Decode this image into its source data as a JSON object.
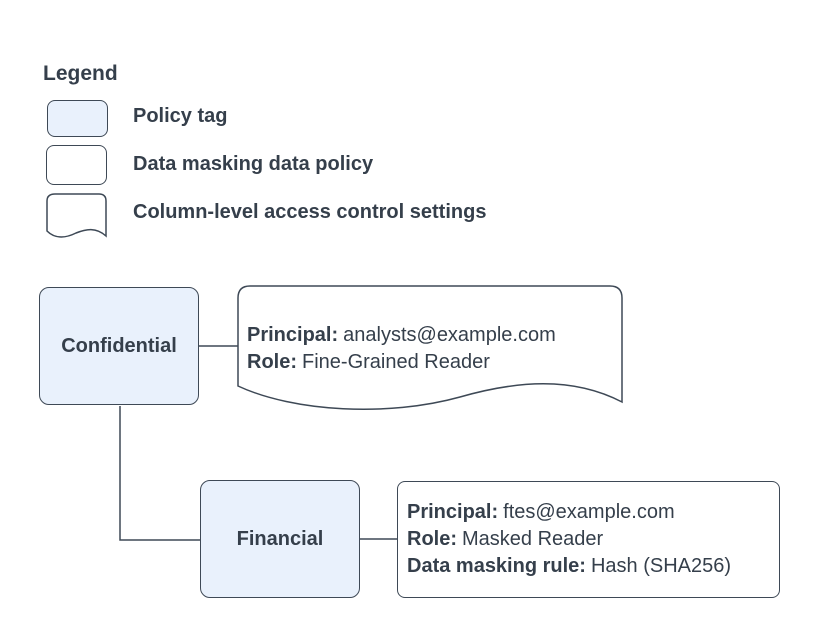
{
  "colors": {
    "policy_tag_fill": "#e9f1fc",
    "shape_stroke": "#3e4956",
    "text": "#353f4b",
    "background": "#ffffff"
  },
  "legend": {
    "title": "Legend",
    "items": [
      {
        "shape": "policy-tag",
        "label": "Policy tag"
      },
      {
        "shape": "data-masking-data-policy",
        "label": "Data masking data policy"
      },
      {
        "shape": "column-level-access-control-settings",
        "label": "Column-level access control settings"
      }
    ]
  },
  "diagram": {
    "nodes": {
      "confidential": {
        "type": "policy-tag",
        "label": "Confidential"
      },
      "financial": {
        "type": "policy-tag",
        "label": "Financial"
      },
      "access_settings": {
        "type": "column-level-access-control-settings",
        "fields": [
          {
            "key": "Principal:",
            "value": "analysts@example.com"
          },
          {
            "key": "Role:",
            "value": "Fine-Grained Reader"
          }
        ]
      },
      "masking_policy": {
        "type": "data-masking-data-policy",
        "fields": [
          {
            "key": "Principal:",
            "value": "ftes@example.com"
          },
          {
            "key": "Role:",
            "value": "Masked Reader"
          },
          {
            "key": "Data masking rule:",
            "value": "Hash (SHA256)"
          }
        ]
      }
    },
    "edges": [
      {
        "from": "confidential",
        "to": "access_settings"
      },
      {
        "from": "confidential",
        "to": "financial"
      },
      {
        "from": "financial",
        "to": "masking_policy"
      }
    ]
  }
}
